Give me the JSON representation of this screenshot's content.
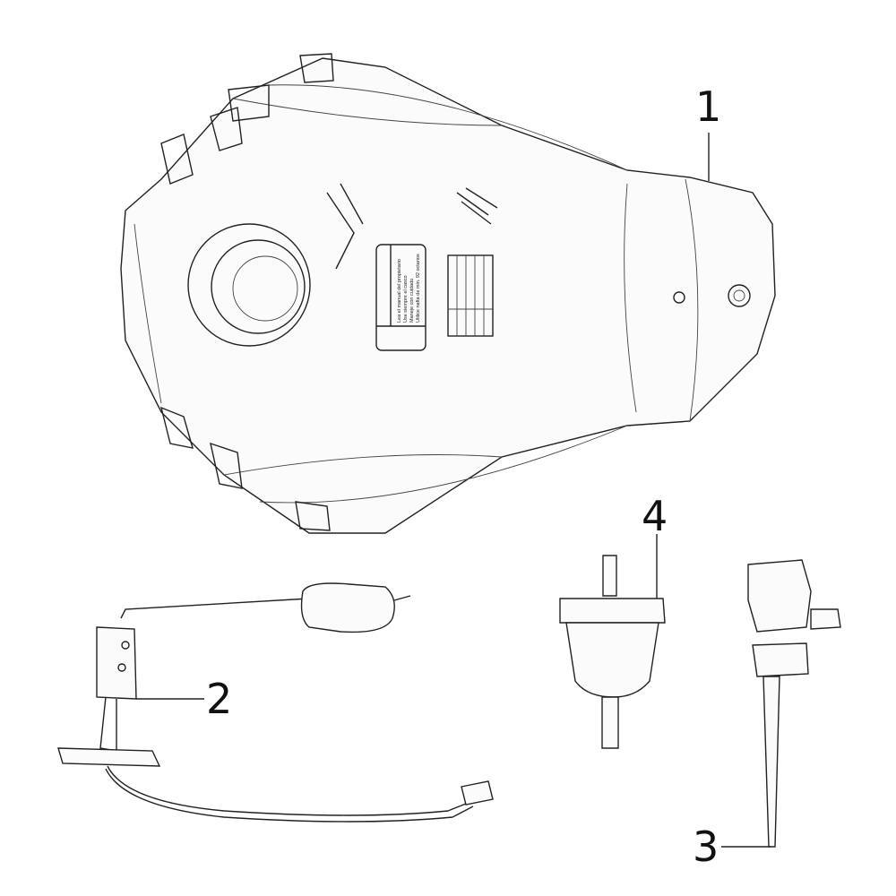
{
  "callouts": {
    "part1": "1",
    "part2": "2",
    "part3": "3",
    "part4": "4"
  },
  "warning_label": {
    "lines": [
      "Lea el manual del propietario",
      "Use siempre el casco",
      "Maneje con cuidado",
      "Utilice nafta de min. 92 octanos"
    ]
  },
  "parts": [
    "fuel-tank",
    "fuel-level-sender",
    "fuel-valve",
    "fuel-filter"
  ]
}
